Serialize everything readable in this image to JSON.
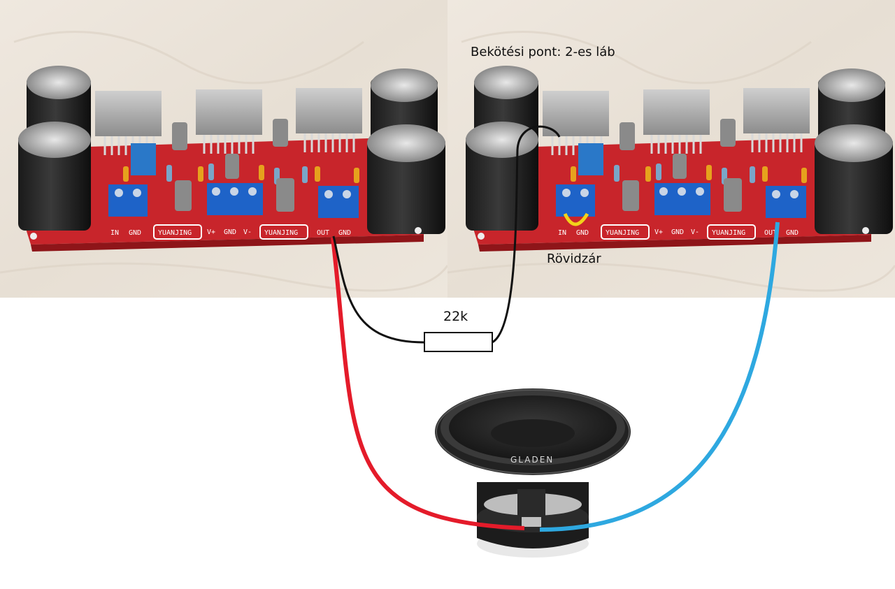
{
  "annotations": {
    "connection_point": "Bekötési pont: 2-es láb",
    "short_circuit": "Rövidzár",
    "resistor_value": "22k"
  },
  "boards": [
    {
      "terminals": [
        "IN",
        "GND",
        "V+",
        "GND",
        "V-",
        "OUT",
        "GND"
      ],
      "brand_labels": [
        "YUANJING",
        "YUANJING"
      ]
    },
    {
      "terminals": [
        "IN",
        "GND",
        "V+",
        "GND",
        "V-",
        "OUT",
        "GND"
      ],
      "brand_labels": [
        "YUANJING",
        "YUANJING"
      ]
    }
  ],
  "speaker": {
    "brand": "GLADEN"
  },
  "colors": {
    "pcb": "#c8252b",
    "wire_positive": "#e41b2a",
    "wire_negative": "#2ea8e0",
    "wire_feedback": "#111111",
    "terminal": "#1e63c8"
  }
}
